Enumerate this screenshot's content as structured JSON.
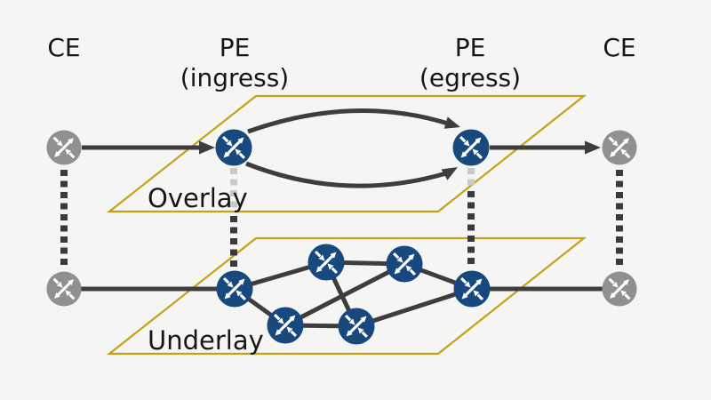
{
  "labels": {
    "ce_left": "CE",
    "pe_ingress_name": "PE",
    "pe_ingress_role": "(ingress)",
    "pe_egress_name": "PE",
    "pe_egress_role": "(egress)",
    "ce_right": "CE",
    "overlay": "Overlay",
    "underlay": "Underlay"
  },
  "colors": {
    "background": "#f5f5f4",
    "plane_border": "#c5a018",
    "link": "#3d3d3d",
    "dash_dark": "#3a3a3a",
    "dash_light": "#c9c9c9",
    "router_blue": "#17497e",
    "router_gray": "#8f9091",
    "text": "#161616"
  },
  "diagram": {
    "planes": [
      {
        "id": "overlay",
        "label": "Overlay"
      },
      {
        "id": "underlay",
        "label": "Underlay"
      }
    ],
    "nodes": [
      {
        "id": "ce-top-left",
        "role": "CE",
        "color": "gray",
        "plane": "none"
      },
      {
        "id": "pe-ingress-overlay",
        "role": "PE (ingress)",
        "color": "blue",
        "plane": "overlay"
      },
      {
        "id": "pe-egress-overlay",
        "role": "PE (egress)",
        "color": "blue",
        "plane": "overlay"
      },
      {
        "id": "ce-top-right",
        "role": "CE",
        "color": "gray",
        "plane": "none"
      },
      {
        "id": "ce-bottom-left",
        "role": "CE",
        "color": "gray",
        "plane": "none"
      },
      {
        "id": "pe-ingress-underlay",
        "role": "PE (ingress)",
        "color": "blue",
        "plane": "underlay"
      },
      {
        "id": "p-top-left",
        "role": "P core",
        "color": "blue",
        "plane": "underlay"
      },
      {
        "id": "p-top-right",
        "role": "P core",
        "color": "blue",
        "plane": "underlay"
      },
      {
        "id": "p-bottom-left",
        "role": "P core",
        "color": "blue",
        "plane": "underlay"
      },
      {
        "id": "p-bottom-right",
        "role": "P core",
        "color": "blue",
        "plane": "underlay"
      },
      {
        "id": "pe-egress-underlay",
        "role": "PE (egress)",
        "color": "blue",
        "plane": "underlay"
      },
      {
        "id": "ce-bottom-right",
        "role": "CE",
        "color": "gray",
        "plane": "none"
      }
    ],
    "overlay_tunnels": [
      {
        "from": "pe-ingress-overlay",
        "to": "pe-egress-overlay",
        "shape": "arc-up",
        "arrow": true
      },
      {
        "from": "pe-ingress-overlay",
        "to": "pe-egress-overlay",
        "shape": "arc-down",
        "arrow": true
      }
    ],
    "access_arrows": [
      {
        "from": "ce-top-left",
        "to": "pe-ingress-overlay",
        "arrow": true
      },
      {
        "from": "pe-egress-overlay",
        "to": "ce-top-right",
        "arrow": true
      }
    ],
    "underlay_links": [
      [
        "ce-bottom-left",
        "pe-ingress-underlay"
      ],
      [
        "pe-ingress-underlay",
        "p-top-left"
      ],
      [
        "pe-ingress-underlay",
        "p-bottom-left"
      ],
      [
        "p-top-left",
        "p-top-right"
      ],
      [
        "p-top-left",
        "p-bottom-right"
      ],
      [
        "p-bottom-left",
        "p-top-right"
      ],
      [
        "p-bottom-left",
        "p-bottom-right"
      ],
      [
        "p-top-right",
        "pe-egress-underlay"
      ],
      [
        "p-bottom-right",
        "pe-egress-underlay"
      ],
      [
        "pe-egress-underlay",
        "ce-bottom-right"
      ]
    ],
    "vertical_mappings": [
      {
        "between": [
          "ce-top-left",
          "ce-bottom-left"
        ],
        "style": "dotted-dark"
      },
      {
        "between": [
          "pe-ingress-overlay",
          "pe-ingress-underlay"
        ],
        "style": "dotted-light-then-dark"
      },
      {
        "between": [
          "pe-egress-overlay",
          "pe-egress-underlay"
        ],
        "style": "dotted-light-then-dark"
      },
      {
        "between": [
          "ce-top-right",
          "ce-bottom-right"
        ],
        "style": "dotted-dark"
      }
    ]
  }
}
